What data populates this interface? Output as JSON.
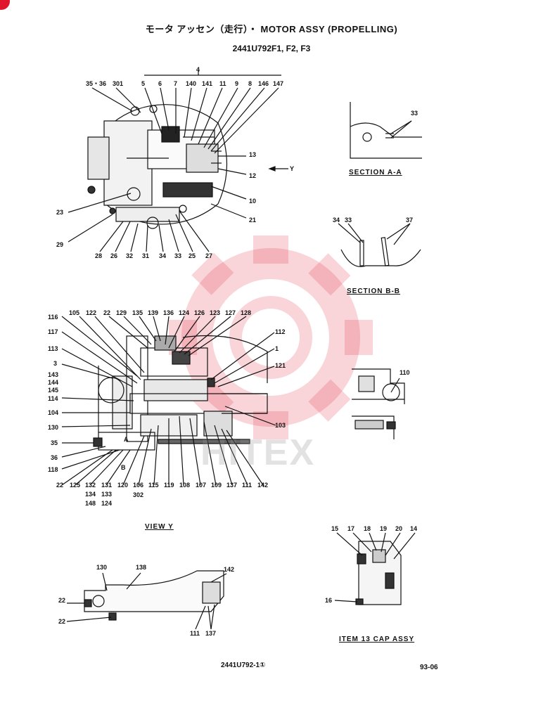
{
  "header": {
    "title": "モータ アッセン（走行）・ MOTOR ASSY (PROPELLING)",
    "subtitle": "2441U792F1, F2, F3"
  },
  "watermark": {
    "text": "HITEX",
    "color": "#e0172c"
  },
  "captions": {
    "section_aa": "SECTION A-A",
    "section_bb": "SECTION B-B",
    "view_y": "VIEW Y",
    "cap_assy": "ITEM 13 CAP ASSY"
  },
  "footer": {
    "doc_number": "2441U792-1①",
    "page": "93-06"
  },
  "labels": {
    "top": [
      "4",
      "35・36",
      "301",
      "5",
      "6",
      "7",
      "140",
      "141",
      "11",
      "9",
      "8",
      "146",
      "147",
      "13",
      "Y",
      "12",
      "10",
      "23",
      "21",
      "29",
      "28",
      "26",
      "32",
      "31",
      "34",
      "33",
      "25",
      "27"
    ],
    "section_aa": [
      "33"
    ],
    "section_bb": [
      "34",
      "33",
      "37"
    ],
    "main": [
      "116",
      "105",
      "122",
      "22",
      "129",
      "135",
      "139",
      "136",
      "124",
      "126",
      "123",
      "127",
      "128",
      "117",
      "112",
      "113",
      "1",
      "3",
      "121",
      "143",
      "144",
      "145",
      "114",
      "104",
      "130",
      "35",
      "36",
      "118",
      "103",
      "22",
      "125",
      "132",
      "131",
      "120",
      "106",
      "115",
      "119",
      "108",
      "107",
      "109",
      "137",
      "111",
      "142",
      "134",
      "133",
      "148",
      "124",
      "302",
      "A",
      "B"
    ],
    "detail": [
      "110"
    ],
    "view_y": [
      "130",
      "138",
      "142",
      "22",
      "22",
      "111",
      "137"
    ],
    "cap": [
      "15",
      "17",
      "18",
      "19",
      "20",
      "14",
      "16"
    ]
  }
}
